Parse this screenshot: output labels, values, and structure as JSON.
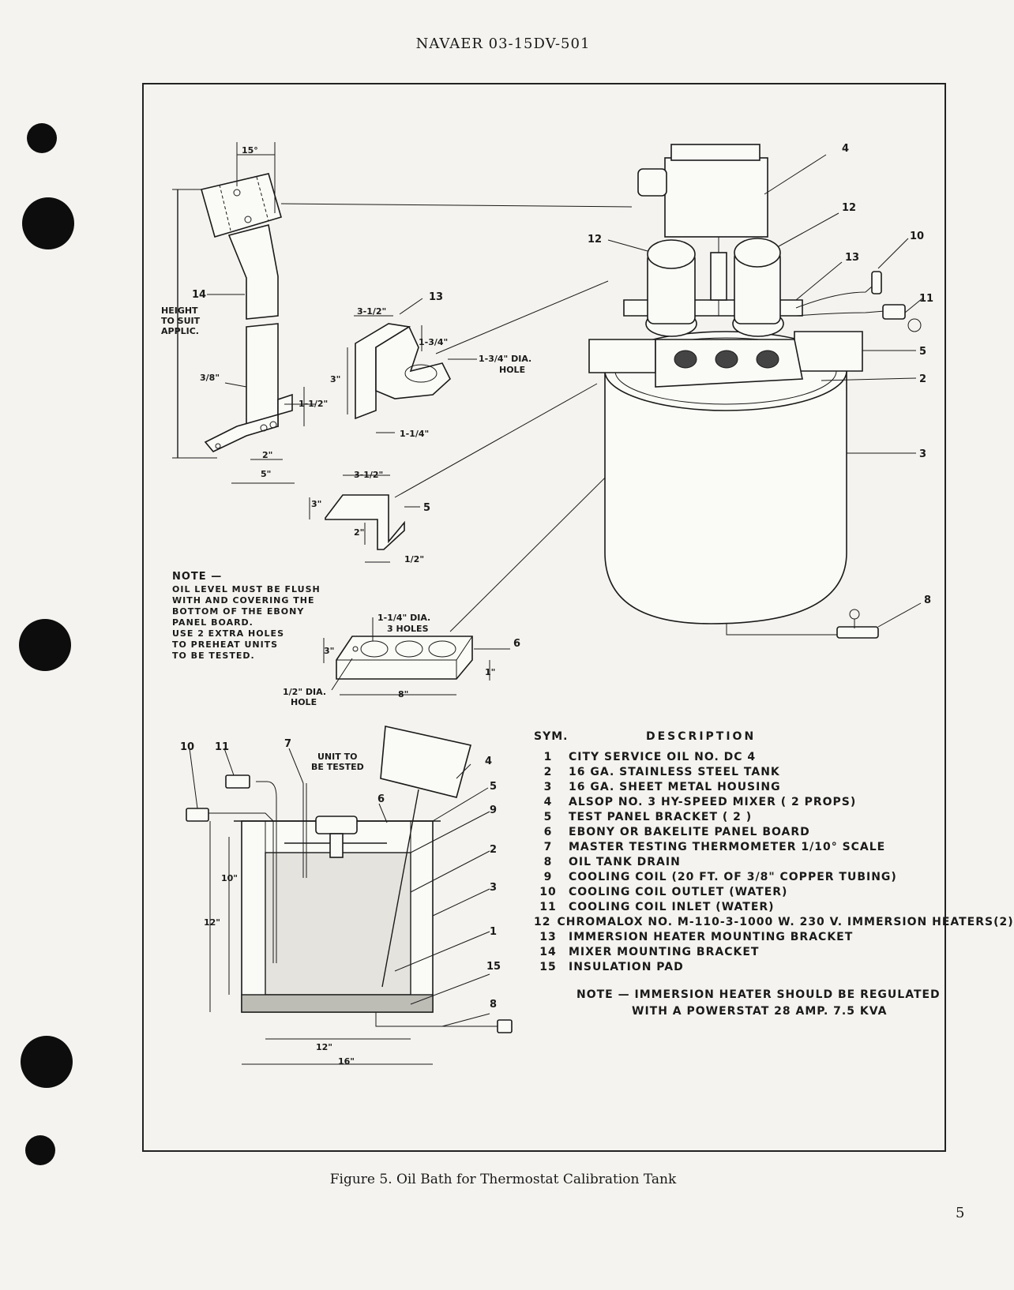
{
  "header": {
    "doc_number": "NAVAER 03-15DV-501"
  },
  "caption": "Figure 5. Oil Bath for Thermostat Calibration Tank",
  "page_number": "5",
  "note_top": {
    "title": "NOTE —",
    "lines": [
      "OIL LEVEL MUST BE FLUSH",
      "WITH AND COVERING THE",
      "BOTTOM OF THE EBONY",
      "PANEL BOARD.",
      "USE 2 EXTRA HOLES",
      "TO PREHEAT UNITS",
      "TO BE TESTED."
    ]
  },
  "legend": {
    "sym_header": "SYM.",
    "desc_header": "DESCRIPTION",
    "items": [
      {
        "sym": "1",
        "desc": "CITY SERVICE OIL NO. DC 4"
      },
      {
        "sym": "2",
        "desc": "16 GA. STAINLESS STEEL TANK"
      },
      {
        "sym": "3",
        "desc": "16 GA. SHEET METAL HOUSING"
      },
      {
        "sym": "4",
        "desc": "ALSOP NO. 3 HY-SPEED MIXER ( 2 PROPS)"
      },
      {
        "sym": "5",
        "desc": "TEST PANEL BRACKET ( 2 )"
      },
      {
        "sym": "6",
        "desc": "EBONY OR BAKELITE PANEL BOARD"
      },
      {
        "sym": "7",
        "desc": "MASTER TESTING THERMOMETER  1/10° SCALE"
      },
      {
        "sym": "8",
        "desc": "OIL TANK DRAIN"
      },
      {
        "sym": "9",
        "desc": "COOLING COIL (20 FT. OF 3/8\" COPPER TUBING)"
      },
      {
        "sym": "10",
        "desc": "COOLING COIL OUTLET (WATER)"
      },
      {
        "sym": "11",
        "desc": "COOLING COIL INLET (WATER)"
      },
      {
        "sym": "12",
        "desc": "CHROMALOX NO. M-110-3-1000 W. 230 V. IMMERSION HEATERS(2)"
      },
      {
        "sym": "13",
        "desc": "IMMERSION HEATER MOUNTING BRACKET"
      },
      {
        "sym": "14",
        "desc": "MIXER MOUNTING BRACKET"
      },
      {
        "sym": "15",
        "desc": "INSULATION PAD"
      }
    ],
    "note_line1": "NOTE —  IMMERSION HEATER SHOULD BE REGULATED",
    "note_line2": "WITH A POWERSTAT 28 AMP. 7.5 KVA"
  },
  "drawing": {
    "bracket14": {
      "top_width": "15°",
      "height": "HEIGHT",
      "height2": "TO SUIT",
      "height3": "APPLIC.",
      "thickness": "3/8\"",
      "foot_height": "1-1/2\"",
      "hole_spacing": "2\"",
      "foot_length": "5\"",
      "callout": "14"
    },
    "bracket13": {
      "width": "3-1/2\"",
      "depth": "1-3/4\"",
      "height": "3\"",
      "base": "1-1/4\"",
      "hole": "1-3/4\" DIA.",
      "hole2": "HOLE",
      "callout": "13"
    },
    "bracket5": {
      "width": "3-1/2\"",
      "height": "3\"",
      "leg": "2\"",
      "foot": "1/2\"",
      "callout": "5"
    },
    "panel6": {
      "holes": "1-1/4\" DIA.",
      "holes2": "3 HOLES",
      "height": "3\"",
      "thickness": "1\"",
      "small_hole": "1/2\" DIA.",
      "small_hole2": "HOLE",
      "length": "8\"",
      "callout": "6"
    },
    "assembly_callouts": [
      "4",
      "12",
      "12",
      "13",
      "10",
      "11",
      "5",
      "2",
      "3",
      "8"
    ],
    "section": {
      "unit_label": "UNIT TO",
      "unit_label2": "BE TESTED",
      "dim_10": "10\"",
      "dim_12v": "12\"",
      "dim_12h": "12\"",
      "dim_16": "16\"",
      "callouts": [
        "10",
        "11",
        "7",
        "6",
        "4",
        "5",
        "9",
        "2",
        "3",
        "1",
        "15",
        "8"
      ]
    }
  }
}
